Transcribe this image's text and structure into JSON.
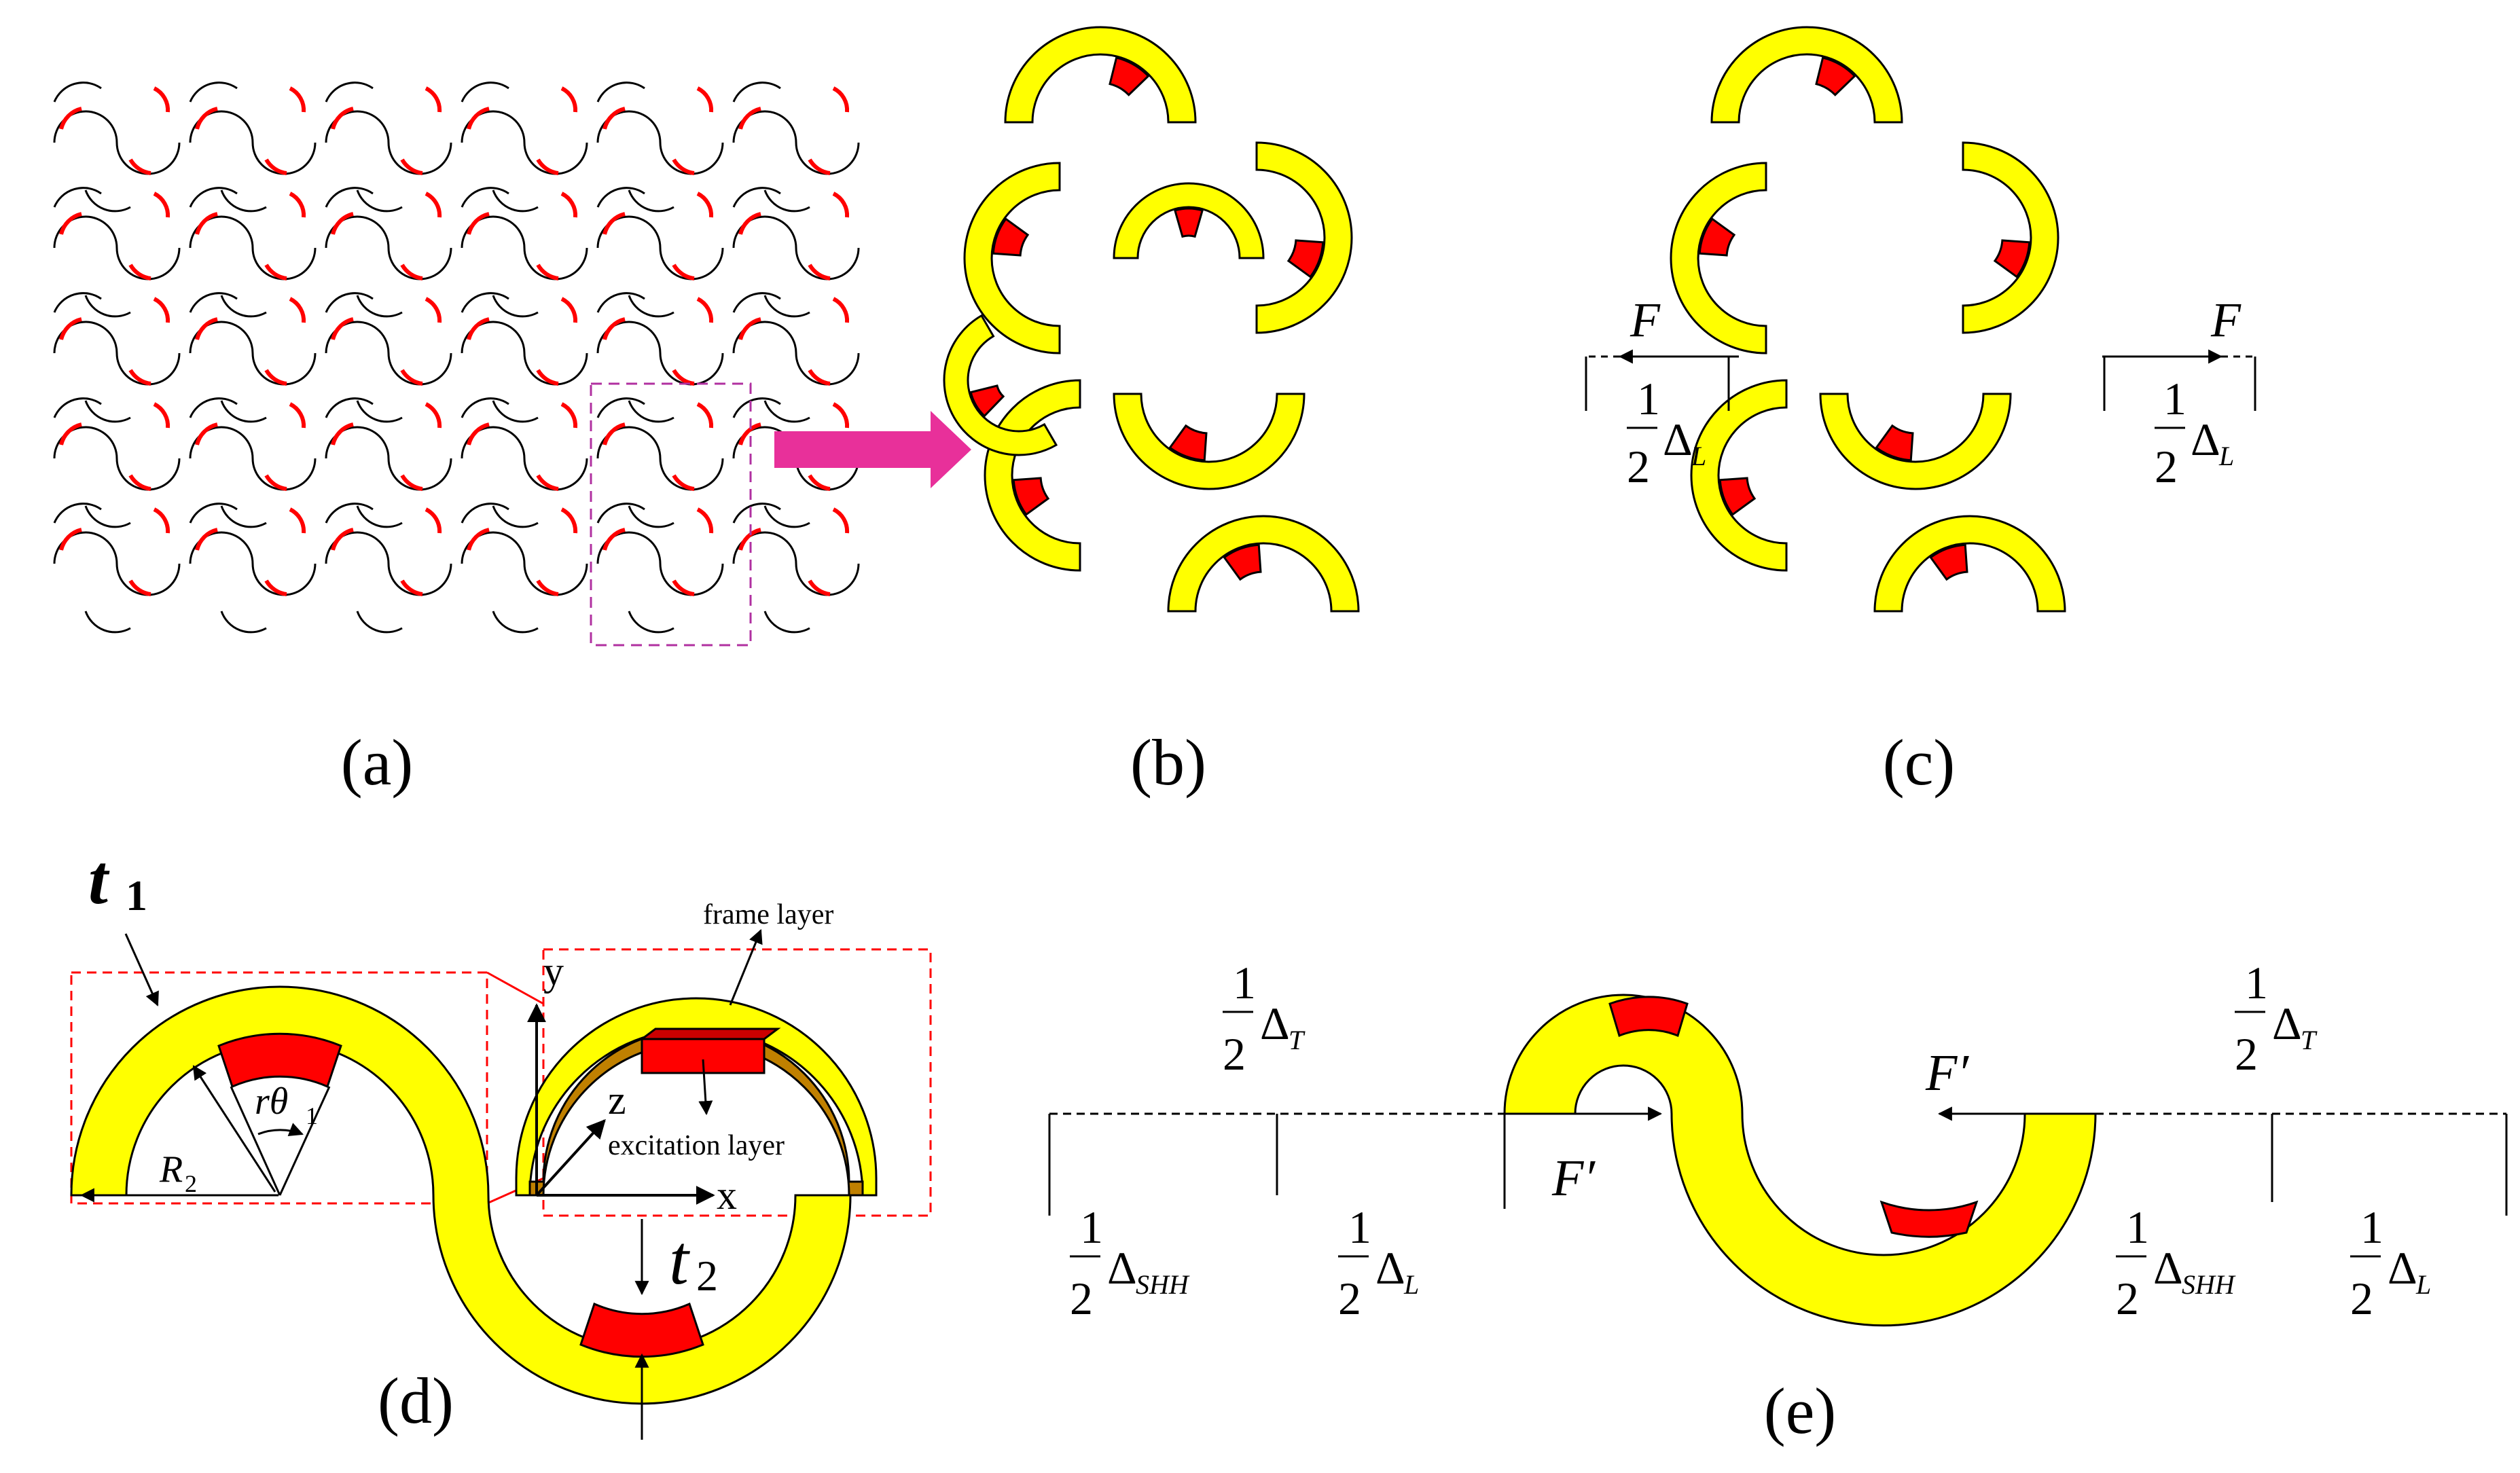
{
  "colors": {
    "frame": "#ffff00",
    "frame_stroke": "#000000",
    "excitation": "#ff0000",
    "excitation_dark": "#c08000",
    "selection_box": "#b030a0",
    "arrow": "#e8309a",
    "detail_box": "#ff0000"
  },
  "panels": {
    "a": {
      "caption": "(a)"
    },
    "b": {
      "caption": "(b)"
    },
    "c": {
      "caption": "(c)",
      "force_left": "F",
      "force_right": "F",
      "half": "1",
      "half_den": "2",
      "delta": "Δ",
      "delta_sub": "L"
    },
    "d": {
      "caption": "(d)",
      "t1": "t",
      "t1_sub": "1",
      "t2": "t",
      "t2_sub": "2",
      "r_theta": "rθ",
      "r_theta_sub": "1",
      "R2": "R",
      "R2_sub": "2",
      "axis_x": "x",
      "axis_y": "y",
      "axis_z": "z",
      "frame_layer": "frame layer",
      "excitation_layer": "excitation layer"
    },
    "e": {
      "caption": "(e)",
      "force": "F′",
      "one": "1",
      "two": "2",
      "delta": "Δ",
      "sub_T": "T",
      "sub_SHH": "SHH",
      "sub_L": "L"
    }
  }
}
